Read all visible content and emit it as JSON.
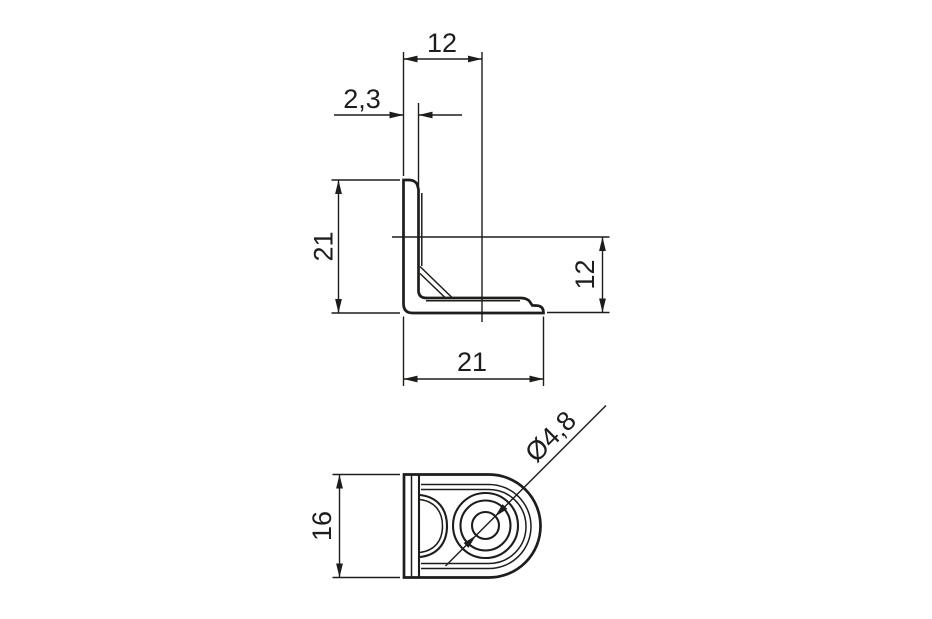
{
  "drawing": {
    "kind": "technical dimension drawing",
    "subject": "angle bracket, side profile view and bottom view",
    "background_color": "#ffffff",
    "line_color": "#1d1d1b",
    "views": {
      "profile": "L-shaped angle profile with corner gusset rib",
      "bottom": "rounded bracket base with counterbored hole and rib"
    }
  },
  "dims": {
    "top_hole_offset": "12",
    "wall_thickness": "2,3",
    "vertical_leg_height": "21",
    "side_hole_offset": "12",
    "horizontal_leg_length": "21",
    "bracket_width": "16",
    "hole_diameter": "Ø4,8"
  }
}
